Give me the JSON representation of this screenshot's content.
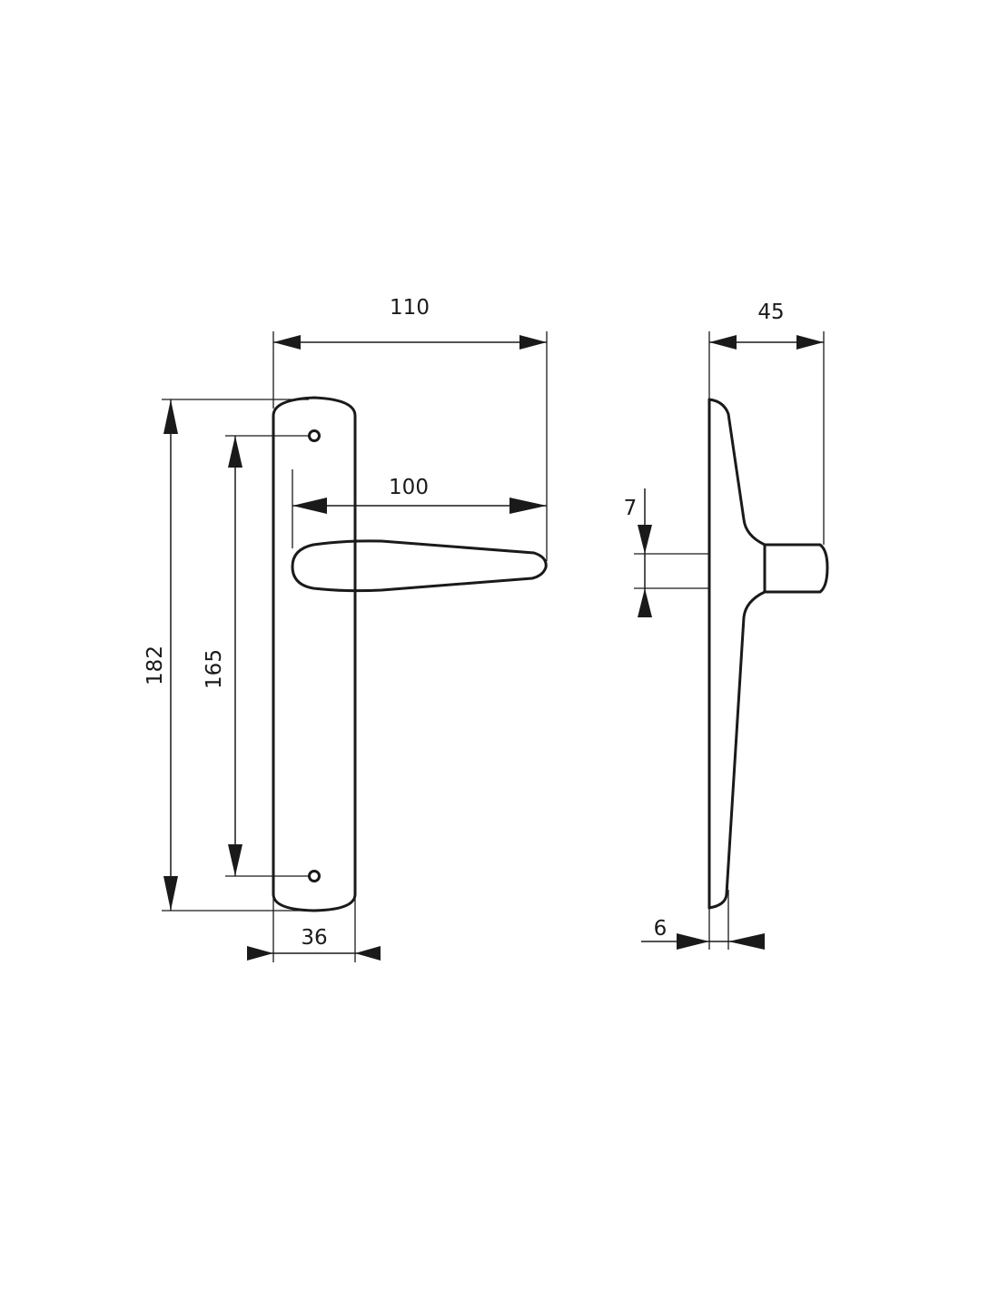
{
  "dimensions": {
    "overall_length": "110",
    "lever_length": "100",
    "plate_height": "182",
    "hole_spacing": "165",
    "plate_width": "36",
    "projection": "45",
    "spindle_square": "7",
    "plate_thickness": "6"
  },
  "colors": {
    "ink": "#1a1a1a",
    "background": "#ffffff"
  }
}
